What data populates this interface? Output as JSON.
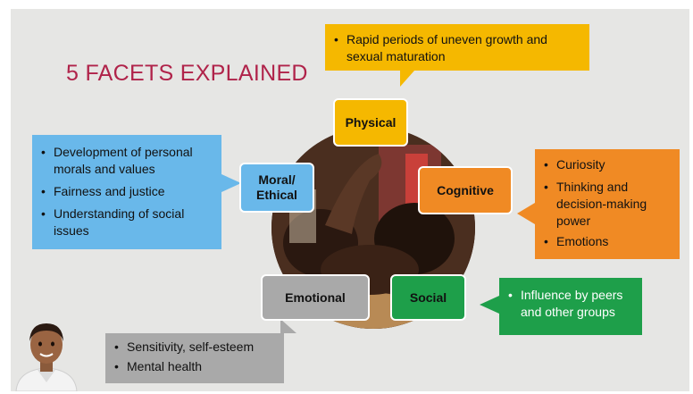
{
  "title": "5 FACETS EXPLAINED",
  "facets": {
    "physical": "Physical",
    "cognitive": "Cognitive",
    "social": "Social",
    "emotional": "Emotional",
    "moral_line1": "Moral/",
    "moral_line2": "Ethical"
  },
  "callouts": {
    "physical": [
      "Rapid periods of uneven growth and sexual maturation"
    ],
    "moral": [
      "Development of personal morals and values",
      "Fairness and justice",
      "Understanding of social issues"
    ],
    "cognitive": [
      "Curiosity",
      "Thinking and decision-making power",
      "Emotions"
    ],
    "social": [
      "Influence by peers and other groups"
    ],
    "emotional": [
      "Sensitivity, self-esteem",
      "Mental health"
    ]
  },
  "colors": {
    "title": "#b0234a",
    "physical": "#f5b800",
    "cognitive": "#f08a24",
    "social": "#1e9f4a",
    "emotional": "#a9a9a9",
    "moral": "#69b8ea"
  },
  "icons": [
    "avatar-illustration"
  ]
}
